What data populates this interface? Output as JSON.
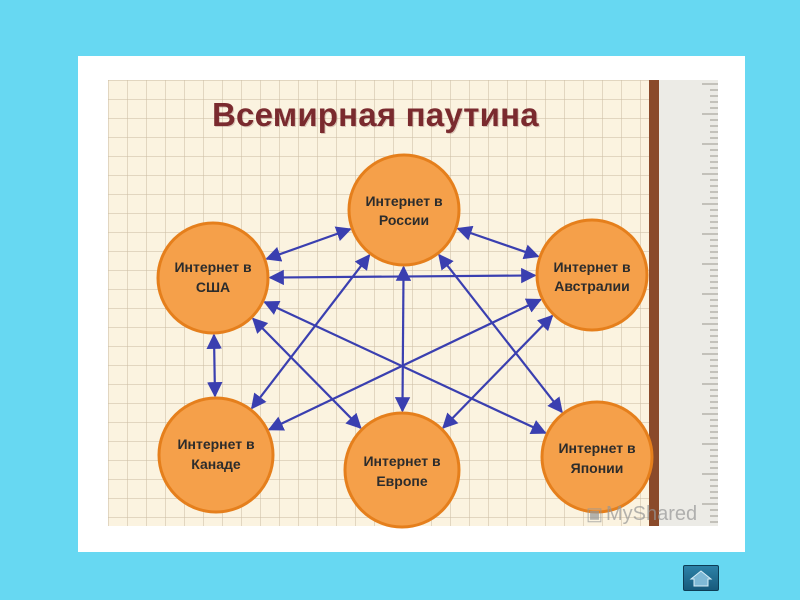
{
  "title": "Всемирная паутина",
  "nodes": {
    "russia": {
      "line1": "Интернет в",
      "line2": "России"
    },
    "usa": {
      "line1": "Интернет в",
      "line2": "США"
    },
    "australia": {
      "line1": "Интернет в",
      "line2": "Австралии"
    },
    "canada": {
      "line1": "Интернет в",
      "line2": "Канаде"
    },
    "europe": {
      "line1": "Интернет в",
      "line2": "Европе"
    },
    "japan": {
      "line1": "Интернет в",
      "line2": "Японии"
    }
  },
  "connections": [
    [
      "usa",
      "russia"
    ],
    [
      "russia",
      "australia"
    ],
    [
      "usa",
      "australia"
    ],
    [
      "usa",
      "canada"
    ],
    [
      "usa",
      "europe"
    ],
    [
      "usa",
      "japan"
    ],
    [
      "russia",
      "canada"
    ],
    [
      "russia",
      "europe"
    ],
    [
      "russia",
      "japan"
    ],
    [
      "australia",
      "europe"
    ],
    [
      "australia",
      "canada"
    ]
  ],
  "watermark": "MyShared",
  "colors": {
    "node_fill": "#f5a04a",
    "node_stroke": "#e57f1c",
    "arrow": "#3a3fb0",
    "title": "#7a2a2e"
  },
  "icons": {
    "home": "home-icon"
  }
}
